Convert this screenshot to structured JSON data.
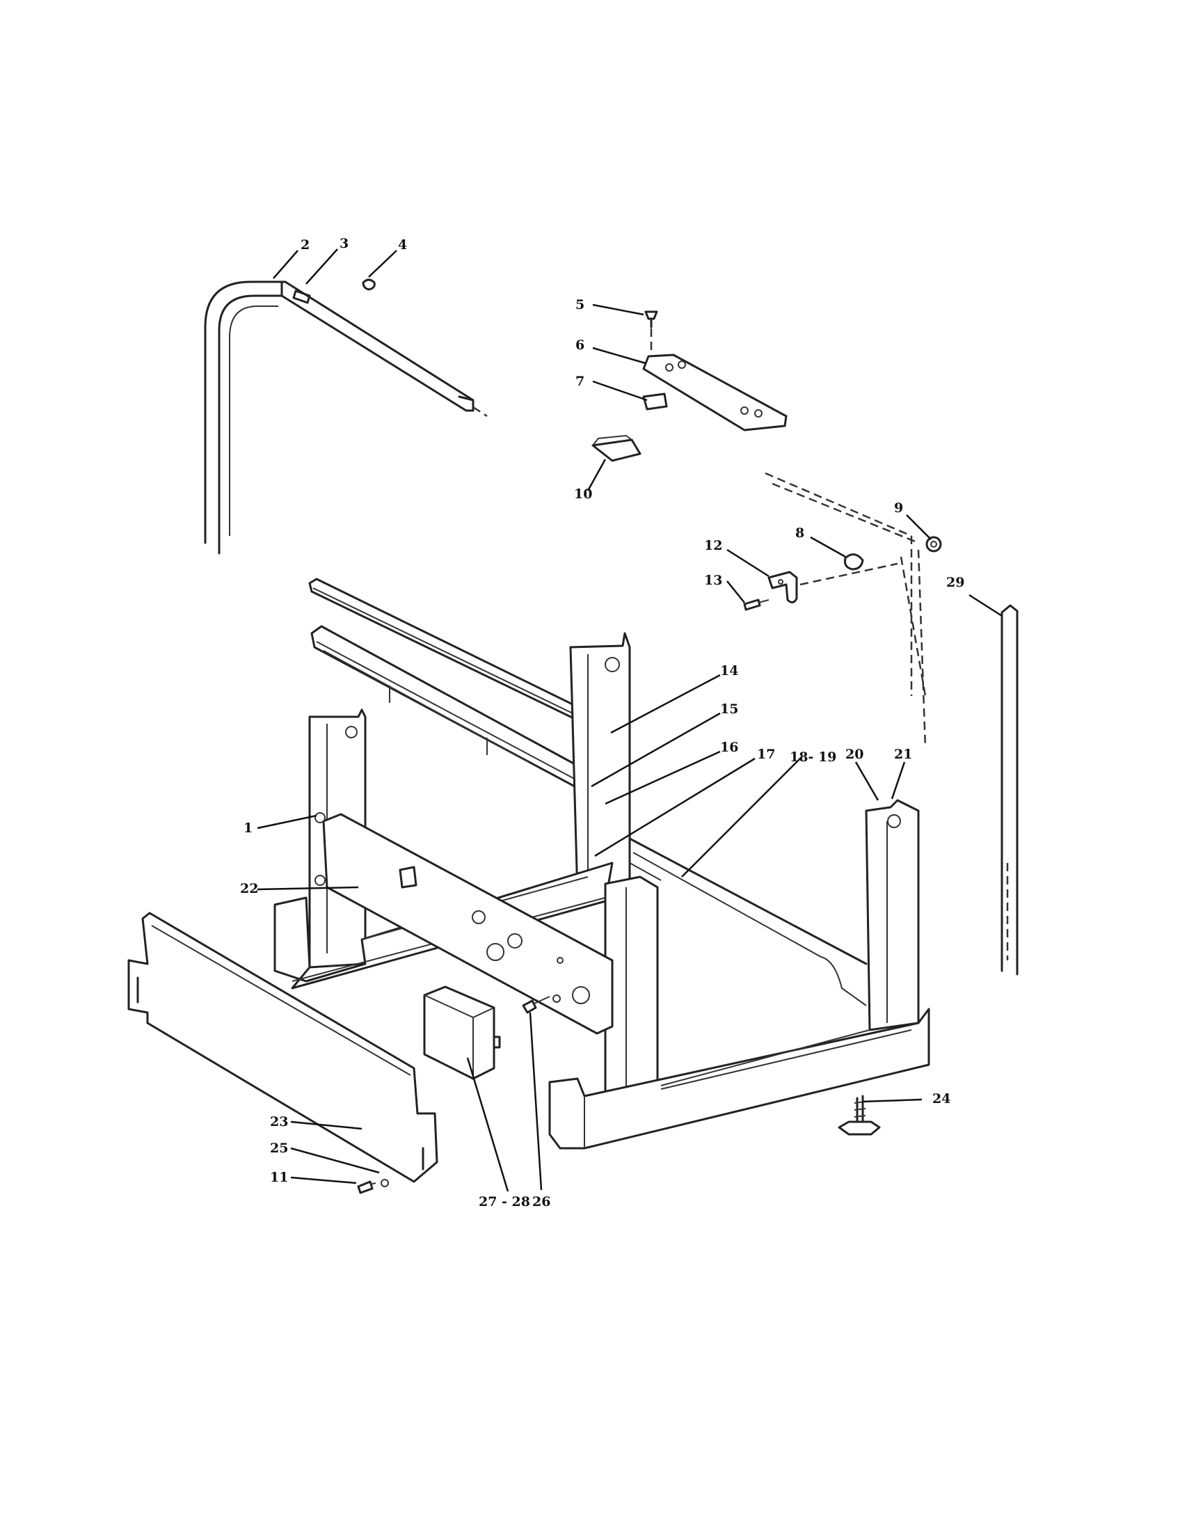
{
  "diagram": {
    "callouts": [
      {
        "id": "1",
        "label": "1"
      },
      {
        "id": "2",
        "label": "2"
      },
      {
        "id": "3",
        "label": "3"
      },
      {
        "id": "4",
        "label": "4"
      },
      {
        "id": "5",
        "label": "5"
      },
      {
        "id": "6",
        "label": "6"
      },
      {
        "id": "7",
        "label": "7"
      },
      {
        "id": "8",
        "label": "8"
      },
      {
        "id": "9",
        "label": "9"
      },
      {
        "id": "10",
        "label": "10"
      },
      {
        "id": "11",
        "label": "11"
      },
      {
        "id": "12",
        "label": "12"
      },
      {
        "id": "13",
        "label": "13"
      },
      {
        "id": "14",
        "label": "14"
      },
      {
        "id": "15",
        "label": "15"
      },
      {
        "id": "16",
        "label": "16"
      },
      {
        "id": "17",
        "label": "17"
      },
      {
        "id": "18-19",
        "label": "18- 19"
      },
      {
        "id": "20",
        "label": "20"
      },
      {
        "id": "21",
        "label": "21"
      },
      {
        "id": "22",
        "label": "22"
      },
      {
        "id": "23",
        "label": "23"
      },
      {
        "id": "24",
        "label": "24"
      },
      {
        "id": "25",
        "label": "25"
      },
      {
        "id": "26",
        "label": "26"
      },
      {
        "id": "27-28",
        "label": "27 - 28"
      },
      {
        "id": "29",
        "label": "29"
      }
    ]
  }
}
